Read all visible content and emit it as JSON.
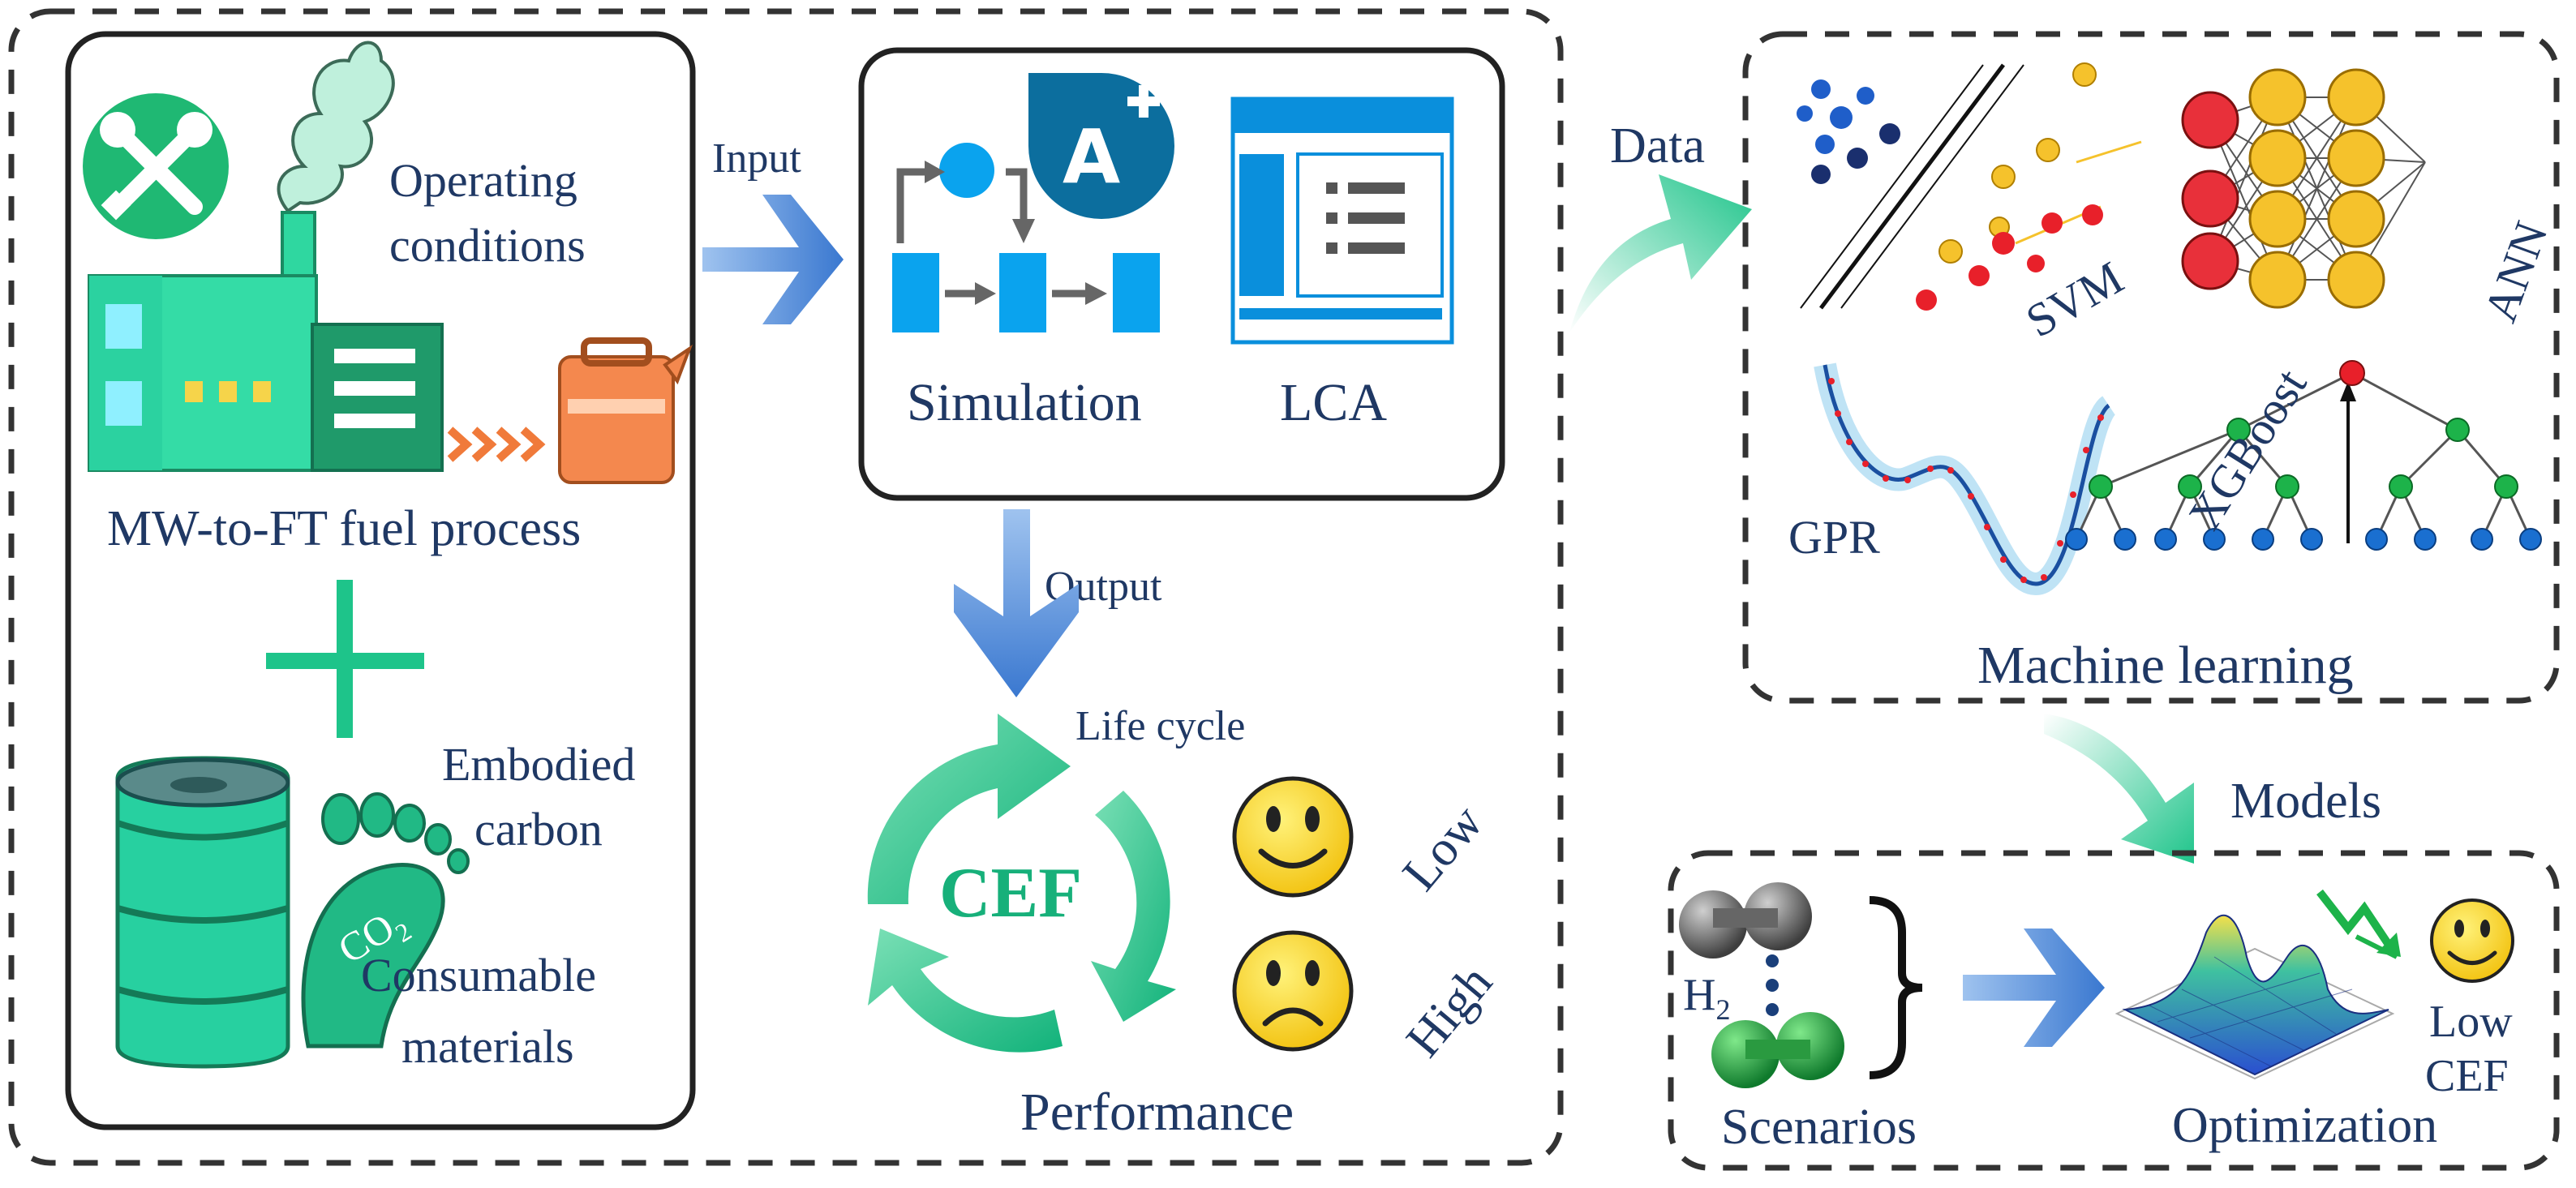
{
  "labels": {
    "operating_conditions_1": "Operating",
    "operating_conditions_2": "conditions",
    "process": "MW-to-FT fuel process",
    "embodied_1": "Embodied",
    "embodied_2": "carbon",
    "consumable_1": "Consumable",
    "consumable_2": "materials",
    "co2": "CO",
    "co2_sub": "2",
    "input": "Input",
    "output": "Output",
    "simulation": "Simulation",
    "lca": "LCA",
    "aspen_badge": "A",
    "life_cycle": "Life cycle",
    "cef": "CEF",
    "low": "Low",
    "high": "High",
    "performance": "Performance",
    "data": "Data",
    "svm": "SVM",
    "ann": "ANN",
    "gpr": "GPR",
    "xgboost": "XGBoost",
    "machine_learning": "Machine learning",
    "models": "Models",
    "h2": "H",
    "h2_sub": "2",
    "scenarios": "Scenarios",
    "optimization": "Optimization",
    "low_cef_1": "Low",
    "low_cef_2": "CEF"
  },
  "colors": {
    "green_primary": "#1ec48a",
    "green_dark": "#128a5c",
    "blue_arrow": "#4a86d8",
    "blue_box": "#0a9be8",
    "text_navy": "#1f3864",
    "orange": "#f08a4b",
    "smiley": "#f7d21a",
    "red_dot": "#e8202a",
    "yellow_node": "#f5c22c"
  },
  "icons": [
    "tools-icon",
    "smoke-icon",
    "factory-icon",
    "fuel-can-icon",
    "barrel-icon",
    "footprint-icon",
    "plus-icon",
    "flowsheet-icon",
    "aspen-icon",
    "lca-window-icon",
    "recycle-icon",
    "smiley-happy-icon",
    "smiley-sad-icon",
    "svm-plot-icon",
    "ann-network-icon",
    "gpr-curve-icon",
    "xgboost-tree-icon",
    "h2-molecule-icon",
    "surface-plot-icon",
    "trend-down-icon"
  ]
}
